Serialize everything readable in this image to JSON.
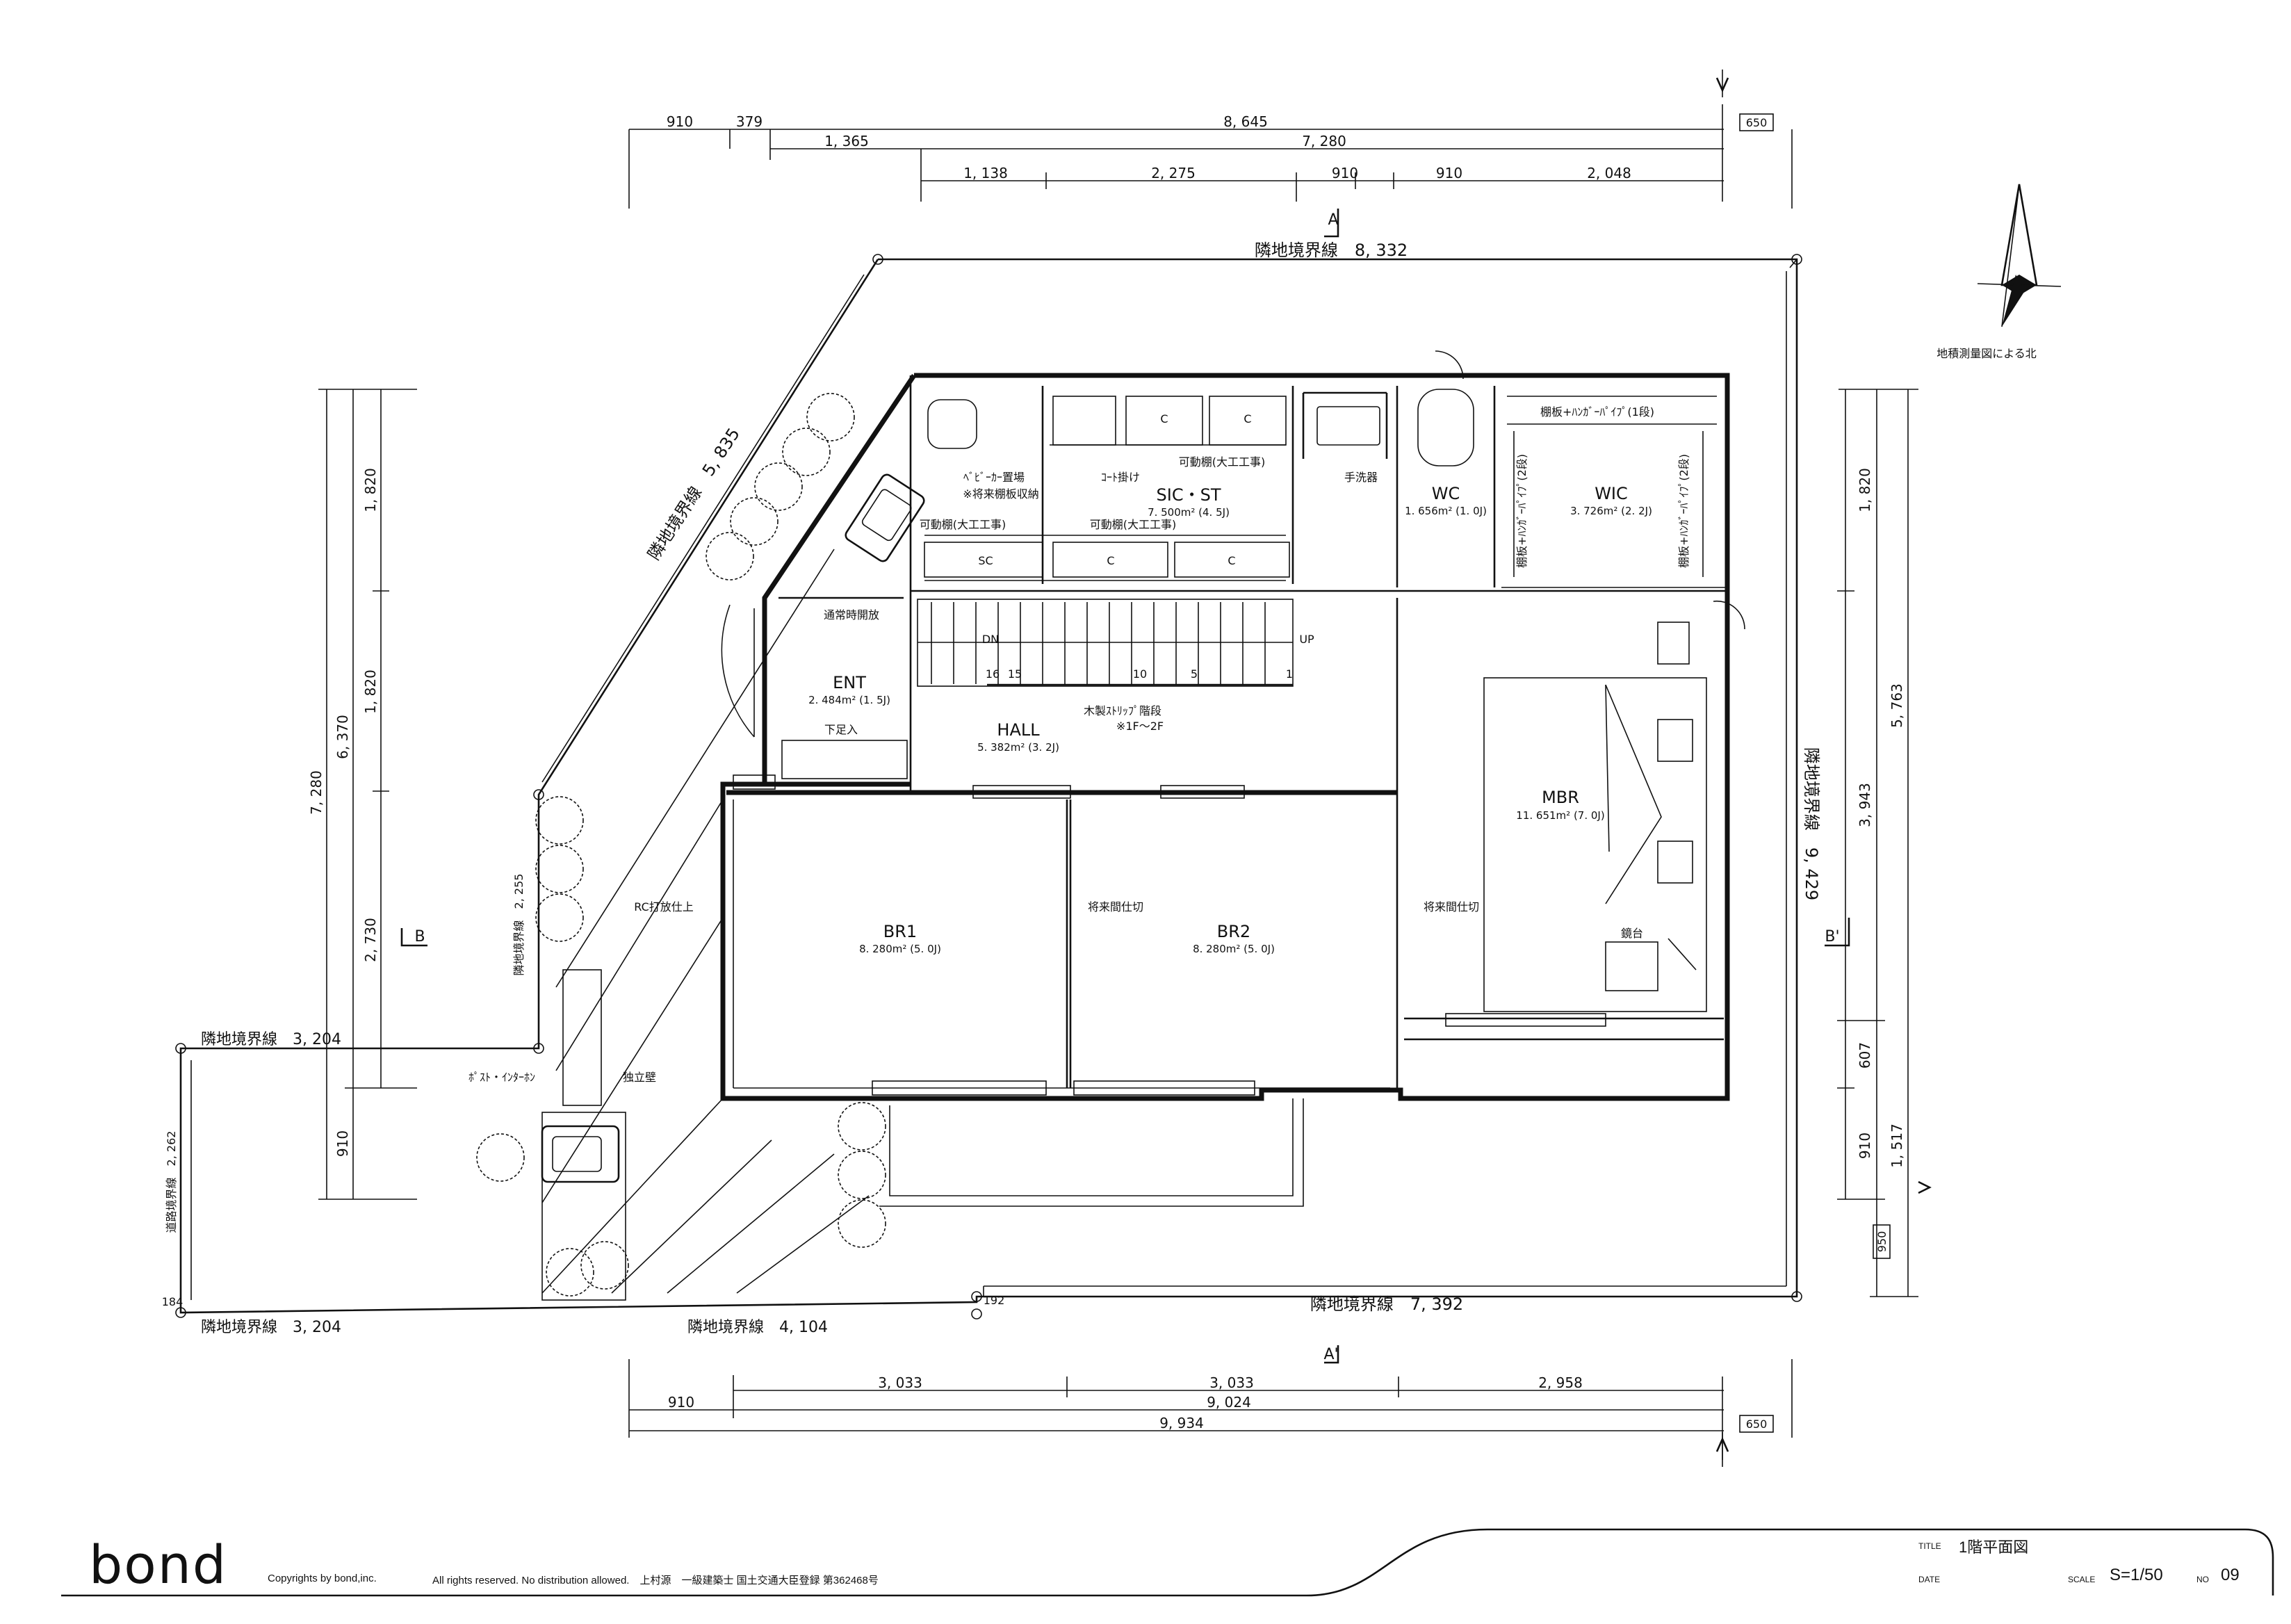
{
  "brand": "bond",
  "copyright": {
    "left": "Copyrights by bond,inc.",
    "right": "All rights reserved. No distribution allowed.　上村源　一級建築士 国土交通大臣登録 第362468号"
  },
  "titleblock": {
    "title_label": "TITLE",
    "title": "1階平面図",
    "date_label": "DATE",
    "scale_label": "SCALE",
    "scale": "S=1/50",
    "no_label": "NO",
    "no": "09"
  },
  "north_label": "地積測量図による北",
  "dims": {
    "top1": [
      "910",
      "379",
      "8, 645"
    ],
    "top1_tag": "650",
    "top2": [
      "1, 365",
      "7, 280"
    ],
    "top3": [
      "1, 138",
      "2, 275",
      "910",
      "910",
      "2, 048"
    ],
    "bottom1": [
      "3, 033",
      "3, 033",
      "2, 958"
    ],
    "bottom2": [
      "910",
      "9, 024"
    ],
    "bottom3": [
      "9, 934"
    ],
    "bottom_tag": "650",
    "left_outer": "7, 280",
    "left_mid": "6, 370",
    "left_inner": [
      "1, 820",
      "1, 820",
      "2, 730",
      "910"
    ],
    "right_outer": "9, 429",
    "right_mid": [
      "5, 763",
      "1, 517"
    ],
    "right_inner": [
      "1, 820",
      "3, 943",
      "607",
      "910"
    ],
    "right_tag": "950",
    "small_184": "184",
    "small_192": "192"
  },
  "boundaries": {
    "top": "隣地境界線　8, 332",
    "diag": "隣地境界線　5, 835",
    "left_mid": "隣地境界線　2, 255",
    "left_horiz": "隣地境界線　3, 204",
    "road": "道路境界線　2, 262",
    "bottom_left": "隣地境界線　3, 204",
    "bottom_mid": "隣地境界線　4, 104",
    "bottom_right": "隣地境界線　7, 392",
    "right": "隣地境界線　9, 429"
  },
  "section_marks": {
    "a_top": "A",
    "a_bottom": "A'",
    "b_left": "B",
    "b_right": "B'"
  },
  "rooms": [
    {
      "name": "SIC・ST",
      "area": "7. 500m² (4. 5J)"
    },
    {
      "name": "WC",
      "area": "1. 656m² (1. 0J)"
    },
    {
      "name": "WIC",
      "area": "3. 726m² (2. 2J)"
    },
    {
      "name": "ENT",
      "area": "2. 484m² (1. 5J)"
    },
    {
      "name": "HALL",
      "area": "5. 382m² (3. 2J)"
    },
    {
      "name": "MBR",
      "area": "11. 651m² (7. 0J)"
    },
    {
      "name": "BR1",
      "area": "8. 280m² (5. 0J)"
    },
    {
      "name": "BR2",
      "area": "8. 280m² (5. 0J)"
    }
  ],
  "notes": {
    "stroller1": "ﾍﾞﾋﾞｰｶｰ置場",
    "stroller2": "※将来棚板収納",
    "coat": "ｺｰﾄ掛け",
    "shelf1": "可動棚(大工工事)",
    "shelf2": "可動棚(大工工事)",
    "shelf3": "可動棚(大工工事)",
    "basin": "手洗器",
    "wic_top": "棚板+ﾊﾝｶﾞｰﾊﾟｲﾌﾟ(1段)",
    "wic_left": "棚板+ﾊﾝｶﾞｰﾊﾟｲﾌﾟ(2段)",
    "wic_right": "棚板+ﾊﾝｶﾞｰﾊﾟｲﾌﾟ(2段)",
    "open": "通常時開放",
    "footwash": "下足入",
    "stair1": "木製ｽﾄﾘｯﾌﾟ階段",
    "stair2": "※1F～2F",
    "dn": "DN",
    "up": "UP",
    "partition1": "将来間仕切",
    "partition2": "将来間仕切",
    "rc": "RC打放仕上",
    "post": "ﾎﾟｽﾄ・ｲﾝﾀｰﾎﾝ",
    "wall": "独立壁",
    "mirror": "鏡台",
    "sc": "SC",
    "c": "C",
    "step16": "16",
    "step15": "15",
    "step10": "10",
    "step5": "5",
    "step1": "1"
  }
}
